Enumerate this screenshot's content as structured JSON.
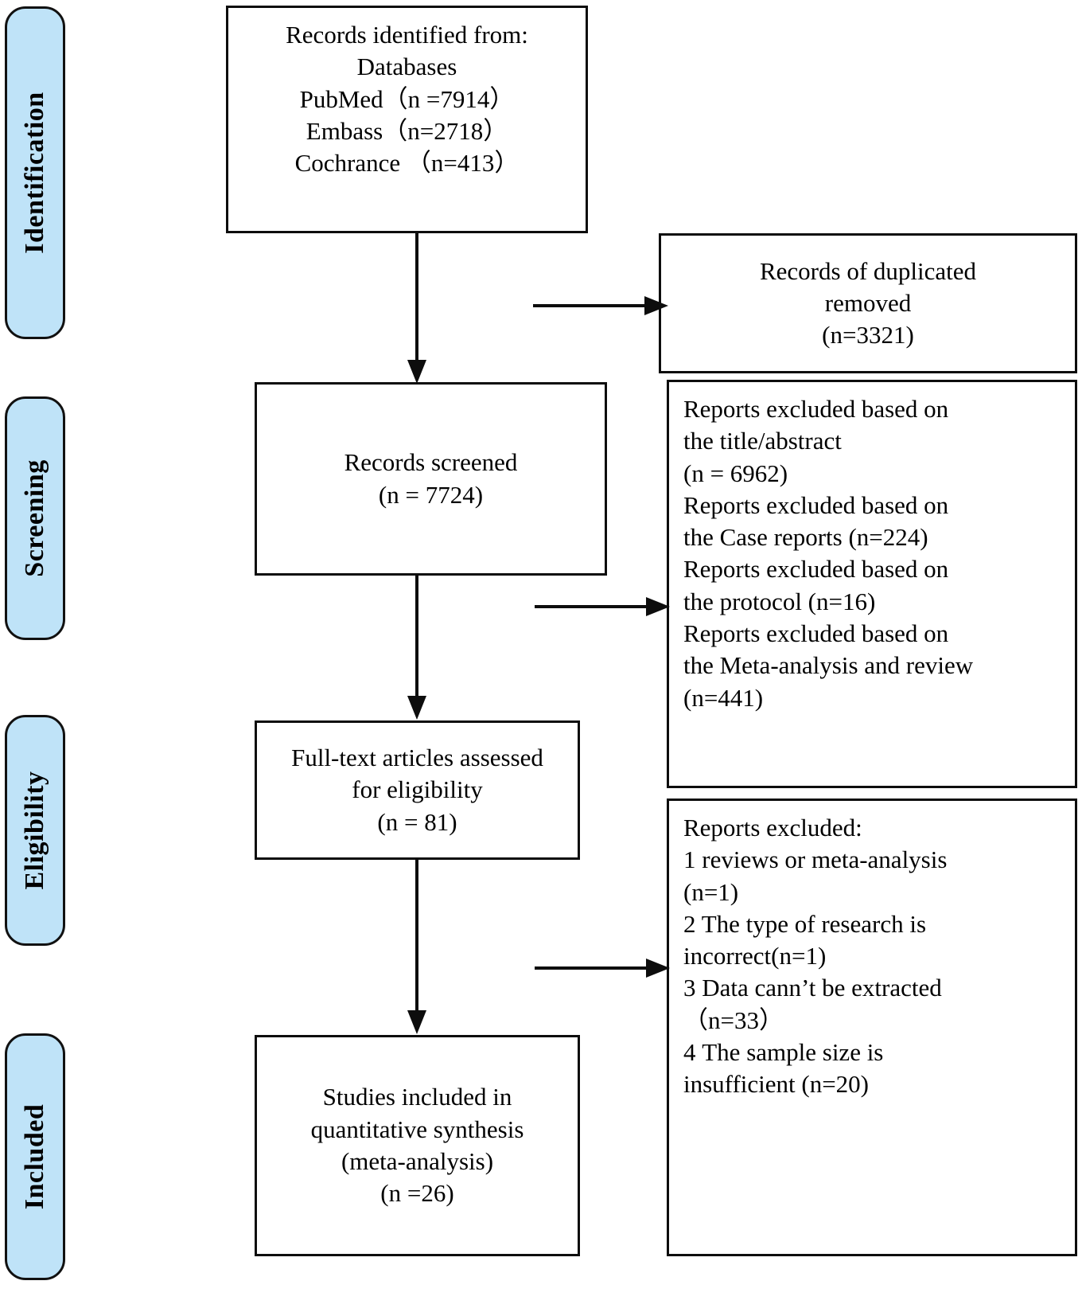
{
  "diagram": {
    "title": "PRISMA study selection flow diagram",
    "accent_color": "#bfe3f8",
    "line_color": "#0d0d0d"
  },
  "stages": [
    {
      "id": "identification",
      "label": "Identification"
    },
    {
      "id": "screening",
      "label": "Screening"
    },
    {
      "id": "eligibility",
      "label": "Eligibility"
    },
    {
      "id": "included",
      "label": "Included"
    }
  ],
  "boxes": {
    "records_identified": {
      "text": "Records identified from:\nDatabases\nPubMed（n =7914）\nEmbass（n=2718）\nCochrance （n=413）"
    },
    "duplicates_removed": {
      "text": "Records of duplicated\nremoved\n(n=3321)"
    },
    "records_screened": {
      "text": "Records screened\n(n = 7724)"
    },
    "screening_excluded": {
      "text": "Reports excluded based on\nthe title/abstract\n(n = 6962)\nReports excluded based on\nthe Case reports (n=224)\nReports excluded based on\nthe protocol (n=16)\nReports excluded based on\nthe Meta-analysis and review\n(n=441)"
    },
    "fulltext_assessed": {
      "text": "Full-text articles assessed\nfor eligibility\n(n = 81)"
    },
    "eligibility_excluded": {
      "text": "Reports excluded:\n1 reviews or meta-analysis\n(n=1)\n2 The type of research is\nincorrect(n=1)\n3 Data cann’t be extracted\n（n=33）\n4 The sample size is\ninsufficient (n=20)"
    },
    "studies_included": {
      "text": "Studies included in\nquantitative synthesis\n(meta-analysis)\n(n =26)"
    }
  },
  "connectors": [
    {
      "id": "identified-to-screened",
      "kind": "vertical-arrow"
    },
    {
      "id": "identified-to-duplicates",
      "kind": "horizontal-arrow"
    },
    {
      "id": "screened-to-fulltext",
      "kind": "vertical-arrow"
    },
    {
      "id": "screened-to-excluded",
      "kind": "horizontal-arrow"
    },
    {
      "id": "fulltext-to-included",
      "kind": "vertical-arrow"
    },
    {
      "id": "fulltext-to-excluded",
      "kind": "horizontal-arrow"
    }
  ]
}
